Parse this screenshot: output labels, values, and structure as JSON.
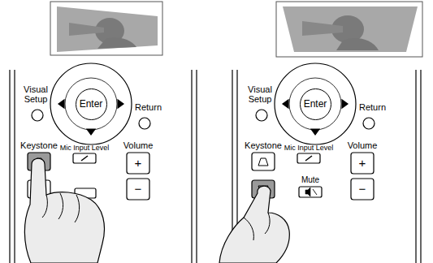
{
  "diagram": {
    "nodes": [
      {
        "text": [
          "Enter"
        ]
      },
      {
        "text": [
          "Enter"
        ]
      }
    ],
    "labels": [
      "Visual Setup",
      "Return",
      "Keystone",
      "Mic Input Level",
      "Volume",
      "+",
      "−",
      "Visual Setup",
      "Return",
      "Keystone",
      "Mic Input Level",
      "Volume",
      "Mute",
      "+",
      "−"
    ]
  }
}
